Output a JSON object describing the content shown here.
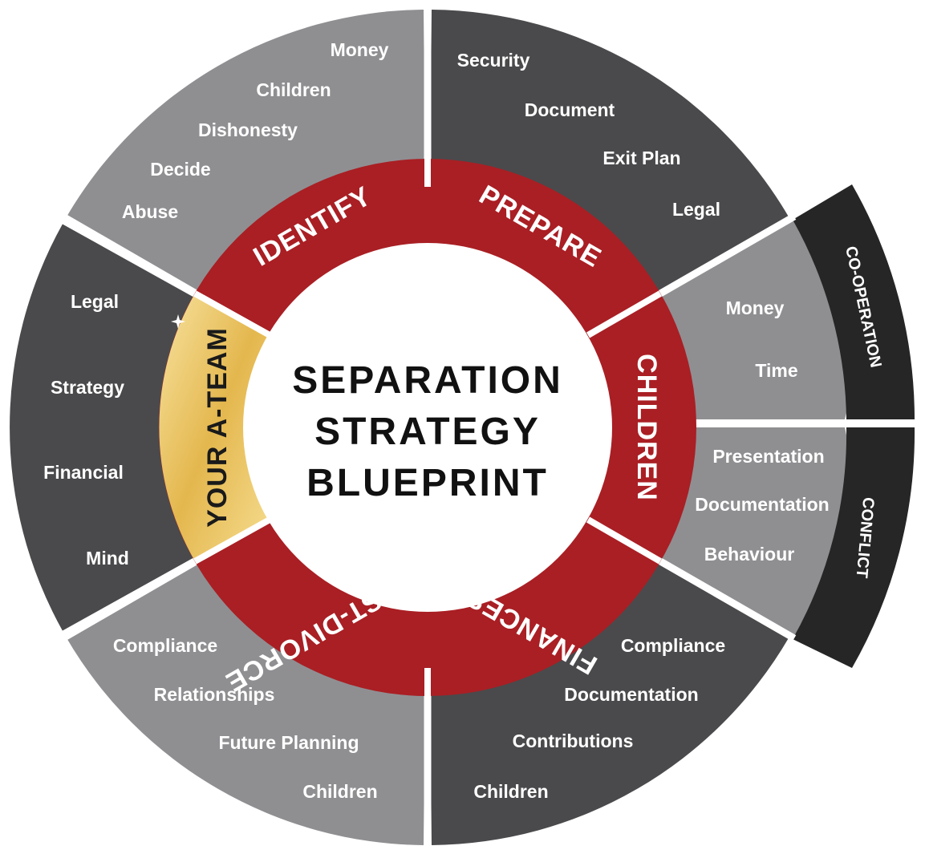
{
  "title_lines": [
    "SEPARATION",
    "STRATEGY",
    "BLUEPRINT"
  ],
  "colors": {
    "red": "#A91F24",
    "dark_gray": "#4A4A4C",
    "light_gray": "#8F8F92",
    "black_band": "#262626",
    "gold": "#E9C25A",
    "white": "#FFFFFF",
    "title_text": "#111111"
  },
  "stages": [
    {
      "id": "identify",
      "label": "IDENTIFY",
      "items": [
        "Money",
        "Children",
        "Dishonesty",
        "Decide",
        "Abuse"
      ]
    },
    {
      "id": "prepare",
      "label": "PREPARE",
      "items": [
        "Security",
        "Document",
        "Exit Plan",
        "Legal"
      ]
    },
    {
      "id": "children",
      "label": "CHILDREN",
      "items": []
    },
    {
      "id": "finances",
      "label": "FINANCES",
      "items": [
        "Compliance",
        "Documentation",
        "Contributions",
        "Children"
      ]
    },
    {
      "id": "post-divorce",
      "label": "POST-DIVORCE",
      "items": [
        "Compliance",
        "Relationships",
        "Future Planning",
        "Children"
      ]
    },
    {
      "id": "a-team",
      "label": "YOUR A-TEAM",
      "items": [
        "Legal",
        "Strategy",
        "Financial",
        "Mind"
      ]
    }
  ],
  "children_branches": [
    {
      "id": "co-operation",
      "label": "CO-OPERATION",
      "items": [
        "Money",
        "Time"
      ]
    },
    {
      "id": "conflict",
      "label": "CONFLICT",
      "items": [
        "Presentation",
        "Documentation",
        "Behaviour"
      ]
    }
  ]
}
